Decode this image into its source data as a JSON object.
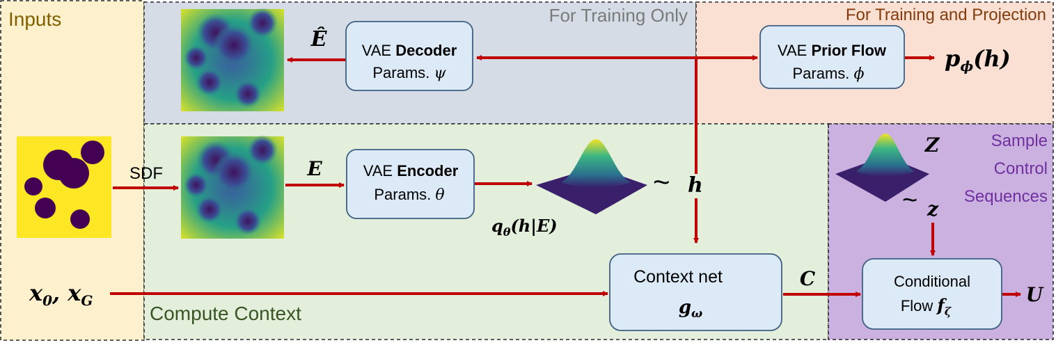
{
  "regions": {
    "inputs": "Inputs",
    "training_only": "For Training Only",
    "training_projection": "For Training and Projection",
    "compute_context": "Compute Context",
    "sample_title_lines": [
      "Sample",
      "Control",
      "Sequences"
    ]
  },
  "blocks": {
    "decoder": {
      "prefix": "VAE ",
      "bold": "Decoder",
      "params": "Params. ",
      "param_symbol": "ψ"
    },
    "prior_flow": {
      "prefix": "VAE ",
      "bold": "Prior Flow",
      "params": "Params. ",
      "param_symbol": "ϕ"
    },
    "encoder": {
      "prefix": "VAE ",
      "bold": "Encoder",
      "params": "Params. ",
      "param_symbol": "θ"
    },
    "context_net": {
      "title": "Context net",
      "symbol": "g",
      "subscript": "ω"
    },
    "conditional_flow": {
      "title": "Conditional",
      "flow_word": "Flow ",
      "symbol": "f",
      "subscript": "ζ"
    }
  },
  "symbols": {
    "e_hat": "Ê",
    "e": "E",
    "h": "h",
    "tilde": "~",
    "prior": {
      "p": "p",
      "sub": "ϕ",
      "arg": "(h)"
    },
    "posterior": {
      "q": "q",
      "sub": "θ",
      "arg": "(h|E)"
    },
    "x_inputs": {
      "x": "x",
      "sub0": "0",
      "comma": ", x",
      "subG": "G"
    },
    "c": "C",
    "u": "U",
    "z_upper": "Z",
    "z_lower": "z"
  },
  "labels": {
    "sdf": "SDF"
  },
  "colors": {
    "inputs_bg": "#fdf0cc",
    "training_only_bg": "#d5dce6",
    "training_projection_bg": "#f9e0d2",
    "compute_context_bg": "#e3eedb",
    "sample_bg": "#cbb1df",
    "block_fill": "#dce9f6",
    "block_stroke": "#3d5f82",
    "arrow": "#c00000",
    "inputs_text": "#7f6000",
    "training_only_text": "#7a7a7a",
    "training_projection_text": "#843c0c",
    "compute_context_text": "#375623",
    "sample_text": "#7030a0"
  }
}
